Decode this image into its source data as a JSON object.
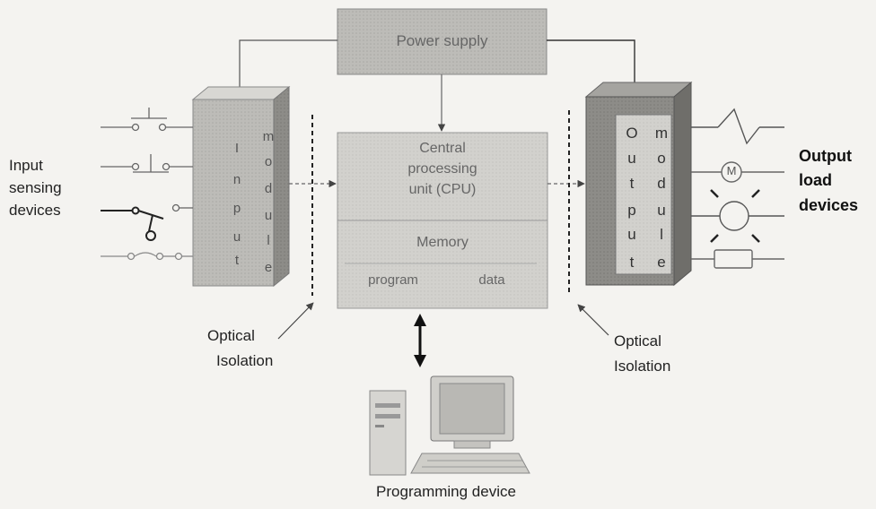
{
  "power_supply": {
    "label": "Power supply"
  },
  "cpu": {
    "line1": "Central",
    "line2": "processing",
    "line3": "unit (CPU)",
    "memory": "Memory",
    "program": "program",
    "data": "data"
  },
  "input_module": {
    "letters": [
      "I",
      "n",
      "p",
      "u",
      "t"
    ],
    "letters2": [
      "m",
      "o",
      "d",
      "u",
      "l",
      "e"
    ]
  },
  "output_module": {
    "letters": [
      "O",
      "u",
      "t",
      "p",
      "u",
      "t"
    ],
    "letters2": [
      "m",
      "o",
      "d",
      "u",
      "l",
      "e"
    ]
  },
  "labels": {
    "input_line1": "Input",
    "input_line2": "sensing",
    "input_line3": "devices",
    "output_line1": "Output",
    "output_line2": "load",
    "output_line3": "devices",
    "optical_left_1": "Optical",
    "optical_left_2": "Isolation",
    "optical_right_1": "Optical",
    "optical_right_2": "Isolation",
    "programming_device": "Programming device",
    "motor": "M"
  }
}
